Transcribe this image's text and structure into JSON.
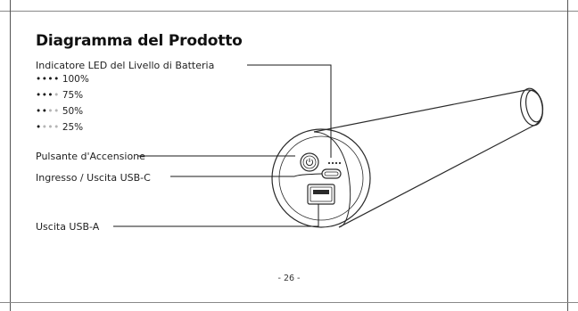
{
  "title": "Diagramma del Prodotto",
  "labels": {
    "led_indicator": "Indicatore LED del Livello di Batteria",
    "power_button": "Pulsante d'Accensione",
    "usb_c": "Ingresso / Uscita USB-C",
    "usb_a": "Uscita USB-A"
  },
  "levels": [
    {
      "text": "100%",
      "lit": 4
    },
    {
      "text": "75%",
      "lit": 3
    },
    {
      "text": "50%",
      "lit": 2
    },
    {
      "text": "25%",
      "lit": 1
    }
  ],
  "page_number": "- 26 -"
}
